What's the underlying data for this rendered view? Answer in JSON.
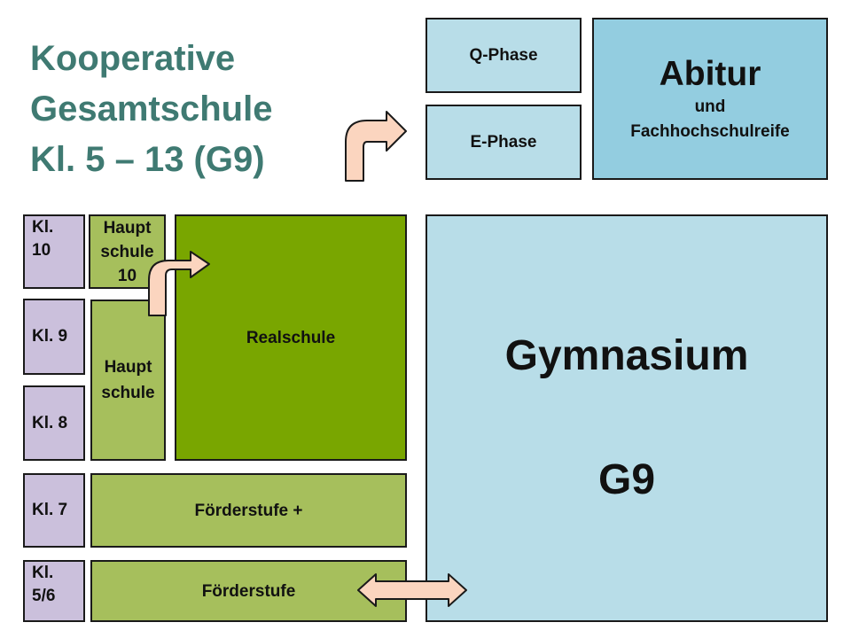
{
  "title": {
    "line1": "Kooperative",
    "line2": "Gesamtschule",
    "line3": "Kl. 5 – 13 (G9)"
  },
  "grades": {
    "kl10_line1": "Kl.",
    "kl10_line2": "10",
    "kl9": "Kl. 9",
    "kl8": "Kl. 8",
    "kl7": "Kl. 7",
    "kl56_line1": "Kl.",
    "kl56_line2": "5/6"
  },
  "schools": {
    "hauptschule10_line1": "Haupt",
    "hauptschule10_line2": "schule",
    "hauptschule10_line3": "10",
    "hauptschule_line1": "Haupt",
    "hauptschule_line2": "schule",
    "realschule": "Realschule",
    "foerderstufe_plus": "Förderstufe +",
    "foerderstufe": "Förderstufe",
    "gymnasium": "Gymnasium",
    "g9": "G9"
  },
  "upper": {
    "q_phase": "Q-Phase",
    "e_phase": "E-Phase",
    "abitur": "Abitur",
    "und": "und",
    "fachhochschulreife": "Fachhochschulreife"
  },
  "colors": {
    "title": "#3f7a72",
    "grade": "#cbc0dc",
    "light_green": "#a6bf5c",
    "dark_green": "#79a600",
    "light_blue": "#b8dde8",
    "mid_blue": "#93cde0",
    "arrow": "#fbd5bf"
  }
}
